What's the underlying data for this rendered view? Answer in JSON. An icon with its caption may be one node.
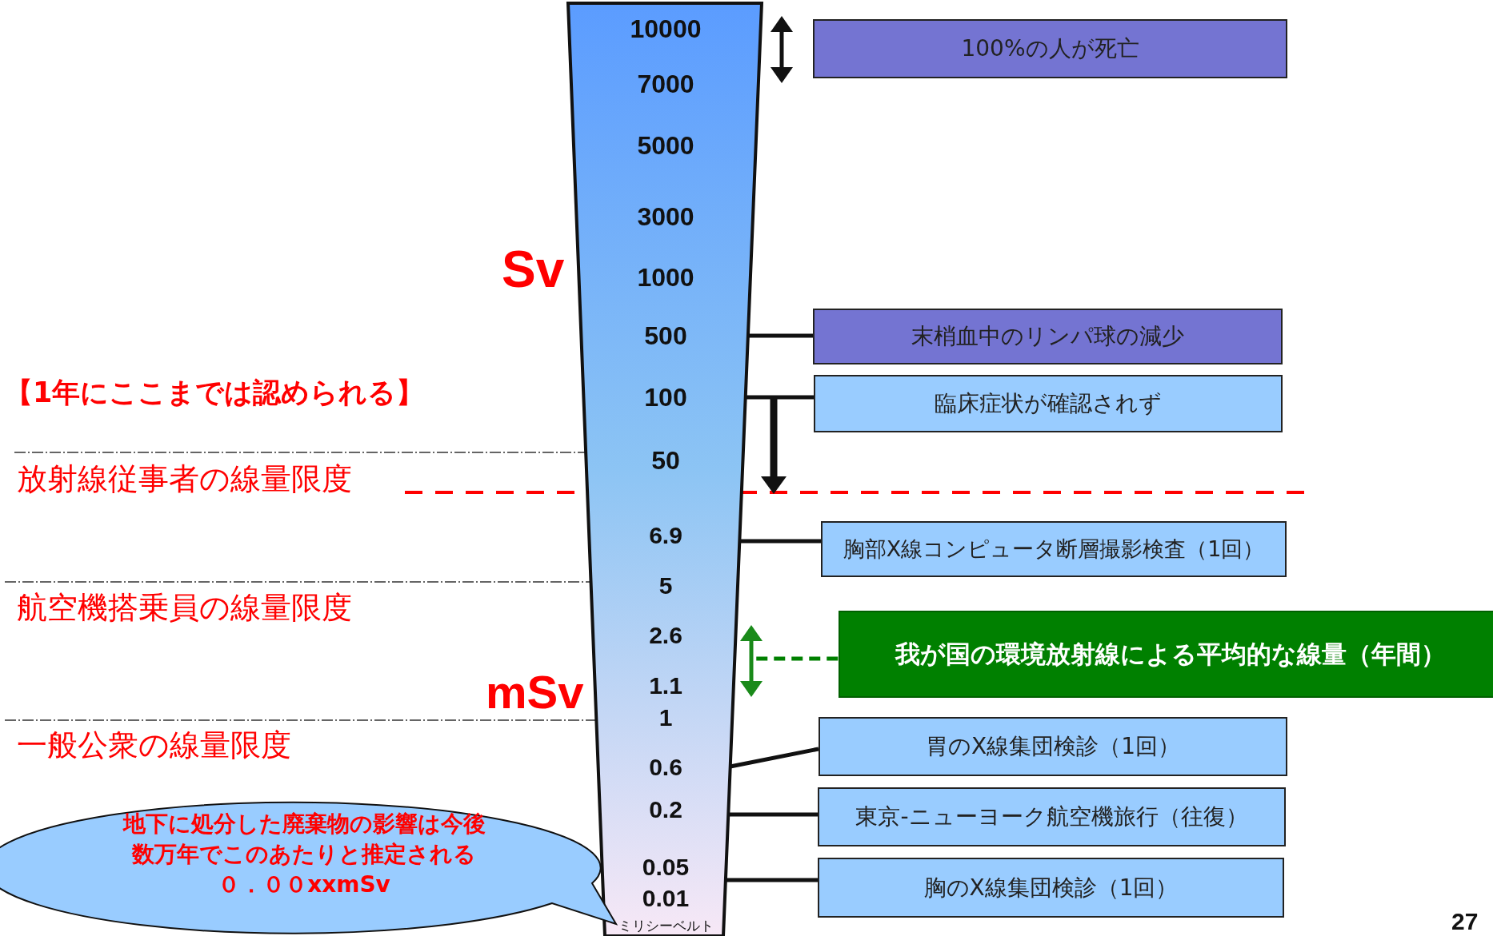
{
  "diagram": {
    "nodes": [
      {
        "text": [
          "10000",
          "7000",
          "5000",
          "3000",
          "1000",
          "500",
          "100",
          "50",
          "6.9",
          "5",
          "2.6",
          "1.1",
          "1",
          "0.6",
          "0.2",
          "0.05",
          "0.01",
          "ミリシーベルト"
        ],
        "beside": [
          "Sv",
          "mSv"
        ]
      },
      {
        "text": [
          "100%の人が死亡"
        ]
      },
      {
        "text": [
          "末梢血中のリンパ球の減少"
        ]
      },
      {
        "text": [
          "臨床症状が確認されず"
        ]
      },
      {
        "text": [
          "胸部X線コンピュータ断層撮影検査（1回）"
        ]
      },
      {
        "text": [
          "我が国の環境放射線による平均的な線量（年間）"
        ]
      },
      {
        "text": [
          "胃のX線集団検診（1回）"
        ]
      },
      {
        "text": [
          "東京-ニューヨーク航空機旅行（往復）"
        ]
      },
      {
        "text": [
          "胸のX線集団検診（1回）"
        ]
      },
      {
        "text": [
          "地下に処分した廃棄物の影響は今後数万年でこのあたりと推定される０．００xxmSv"
        ]
      }
    ],
    "edges": [
      {
        "from": 0,
        "to": 2,
        "arrow": "none"
      },
      {
        "from": 0,
        "to": 3,
        "arrow": "none"
      },
      {
        "from": 0,
        "to": 4,
        "arrow": "none"
      },
      {
        "from": 0,
        "to": 5,
        "arrow": "none",
        "style": "dashed",
        "color": "#008000"
      },
      {
        "from": 0,
        "to": 6,
        "arrow": "none"
      },
      {
        "from": 0,
        "to": 7,
        "arrow": "none"
      },
      {
        "from": 0,
        "to": 8,
        "arrow": "none"
      }
    ],
    "labels": [
      "【1年にここまでは認められる】",
      "放射線従事者の線量限度",
      "航空機搭乗員の線量限度",
      "一般公衆の線量限度",
      "27"
    ]
  }
}
